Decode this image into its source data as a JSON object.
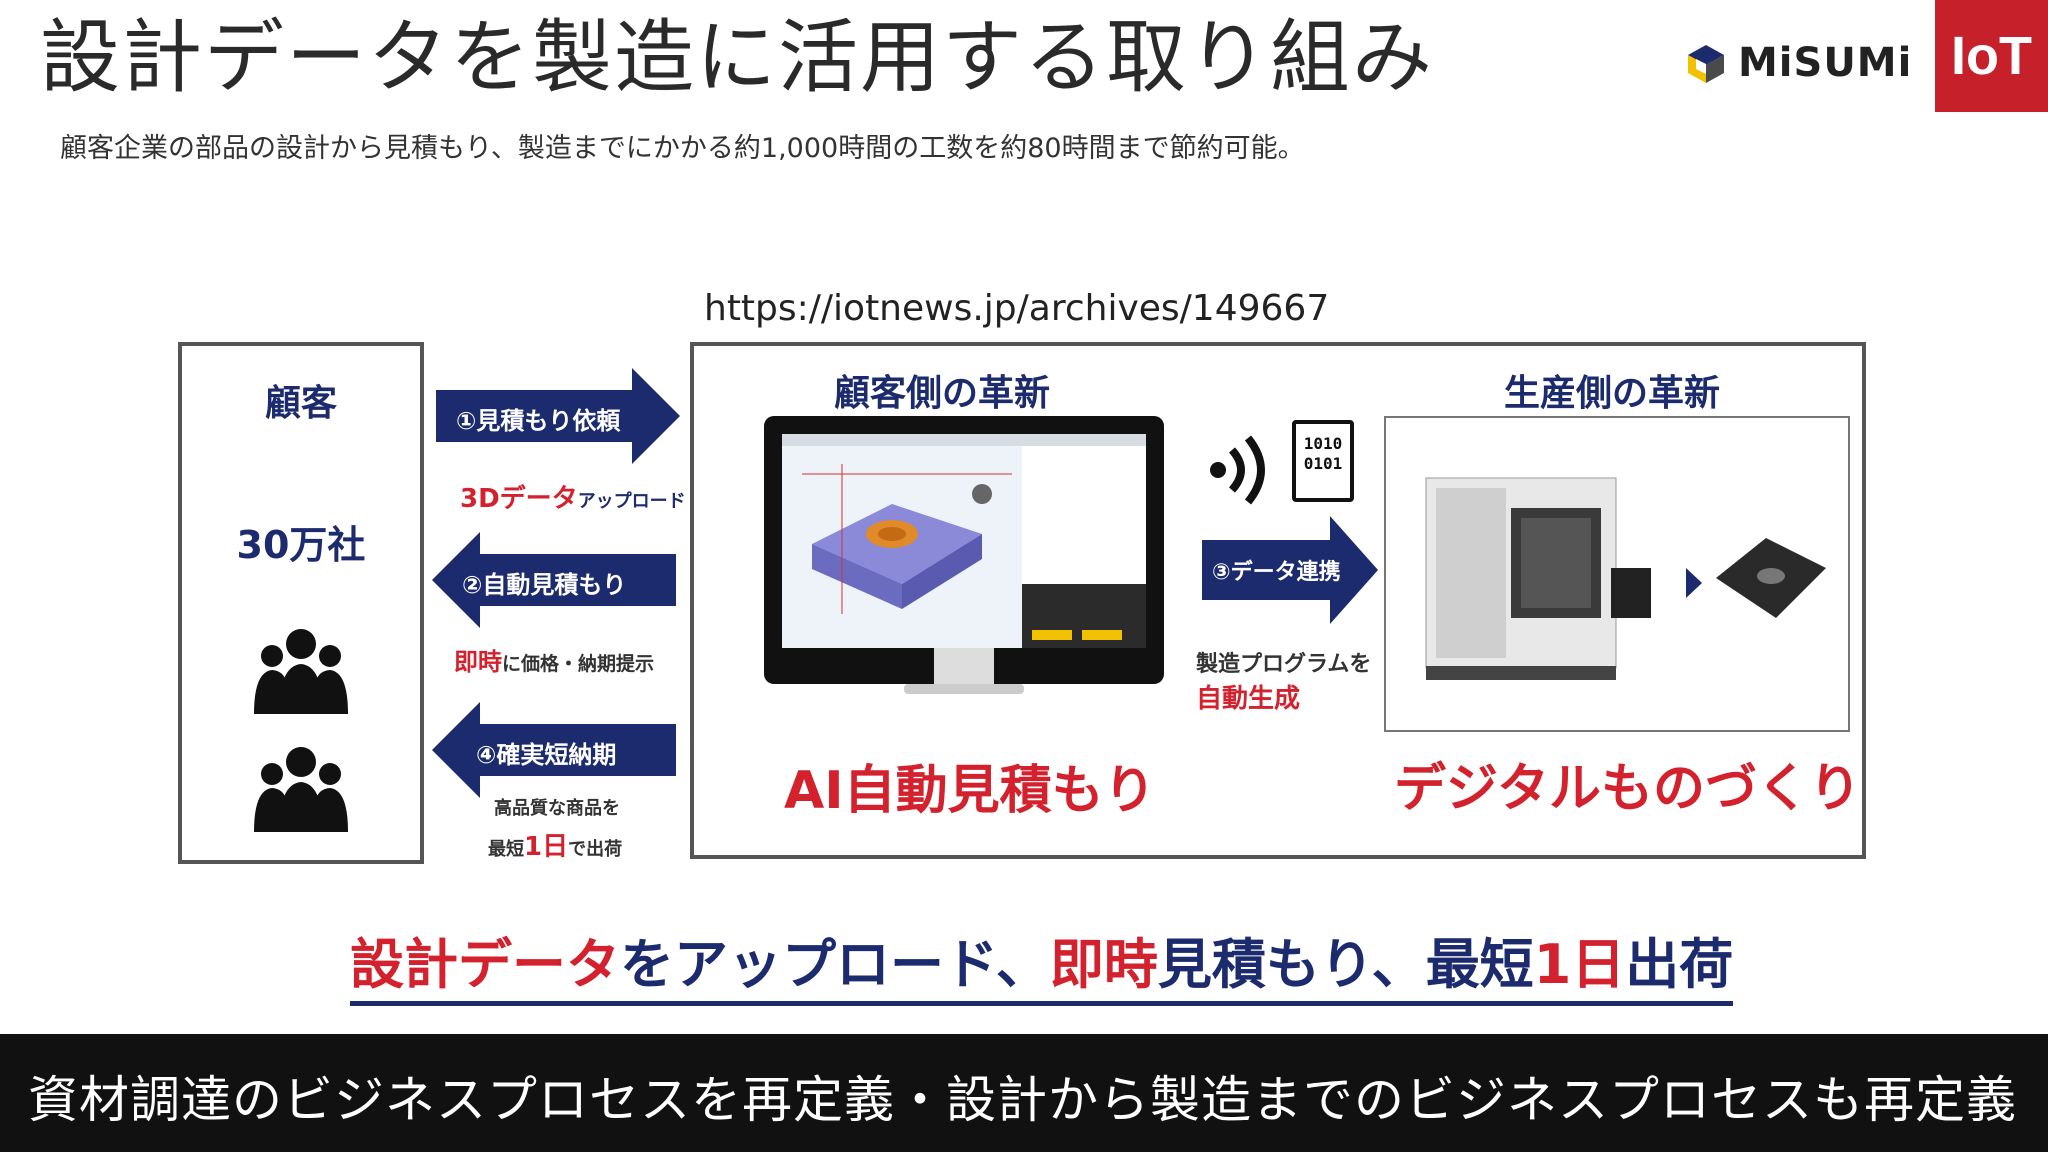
{
  "header": {
    "title": "設計データを製造に活用する取り組み",
    "subtitle": "顧客企業の部品の設計から見積もり、製造までにかかる約1,000時間の工数を約80時間まで節約可能。",
    "logo_text": "MiSUMi",
    "badge_text": "IoT"
  },
  "source_url": "https://iotnews.jp/archives/149667",
  "figure": {
    "customer": {
      "label": "顧客",
      "count": "30万社"
    },
    "arrows": [
      {
        "label": "①見積もり依頼",
        "sub_red": "3Dデータ",
        "sub_rest": "アップロード",
        "direction": "right"
      },
      {
        "label": "②自動見積もり",
        "sub_red": "即時",
        "sub_rest": "に価格・納期提示",
        "direction": "left"
      },
      {
        "label": "④確実短納期",
        "sub_line1": "高品質な商品を",
        "sub_line2_pre": "最短",
        "sub_line2_red": "1日",
        "sub_line2_post": "で出荷",
        "direction": "left"
      }
    ],
    "customer_side": {
      "heading": "顧客側の革新",
      "main_label": "AI自動見積もり"
    },
    "data_link": {
      "label": "③データ連携",
      "sub1": "製造プログラムを",
      "sub2": "自動生成",
      "binary": [
        "1010",
        "0101"
      ]
    },
    "production_side": {
      "heading": "生産側の革新",
      "main_label": "デジタルものづくり"
    },
    "banner": {
      "part1": "設計データ",
      "part2": "をアップロード、",
      "part3": "即時",
      "part4": "見積もり、",
      "part5": "最短",
      "part6": "1日",
      "part7": "出荷"
    }
  },
  "footer": {
    "text": "資材調達のビジネスプロセスを再定義・設計から製造までのビジネスプロセスも再定義"
  },
  "colors": {
    "navy": "#1c2a6e",
    "red": "#d3212d",
    "iot_badge": "#c6202a",
    "footer_bg": "#111111"
  }
}
